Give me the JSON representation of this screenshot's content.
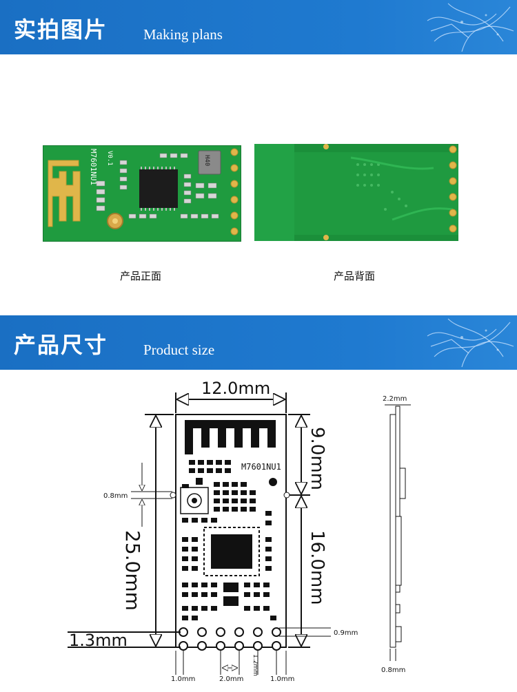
{
  "section_photos": {
    "title_cn": "实拍图片",
    "title_en": "Making plans",
    "front": {
      "caption": "产品正面",
      "chip_label": "M7601NU1",
      "version": "V0.1",
      "crystal_mark": "H40"
    },
    "back": {
      "caption": "产品背面"
    }
  },
  "section_size": {
    "title_cn": "产品尺寸",
    "title_en": "Product size",
    "board_label": "M7601NU1",
    "dims": {
      "width": "12.0mm",
      "length": "25.0mm",
      "antenna": "9.0mm",
      "body": "16.0mm",
      "edge": "1.3mm",
      "hole": "0.8mm",
      "pad": "0.9mm",
      "left_pitch": "1.0mm",
      "pitch": "2.0mm",
      "pad_height": "1.2mm",
      "right_pitch": "1.0mm",
      "side_thickness": "2.2mm",
      "side_pcb": "0.8mm"
    }
  },
  "colors": {
    "banner": "#1f7ad0",
    "pcb_green": "#1f9b3f",
    "gold": "#e0b64a"
  }
}
